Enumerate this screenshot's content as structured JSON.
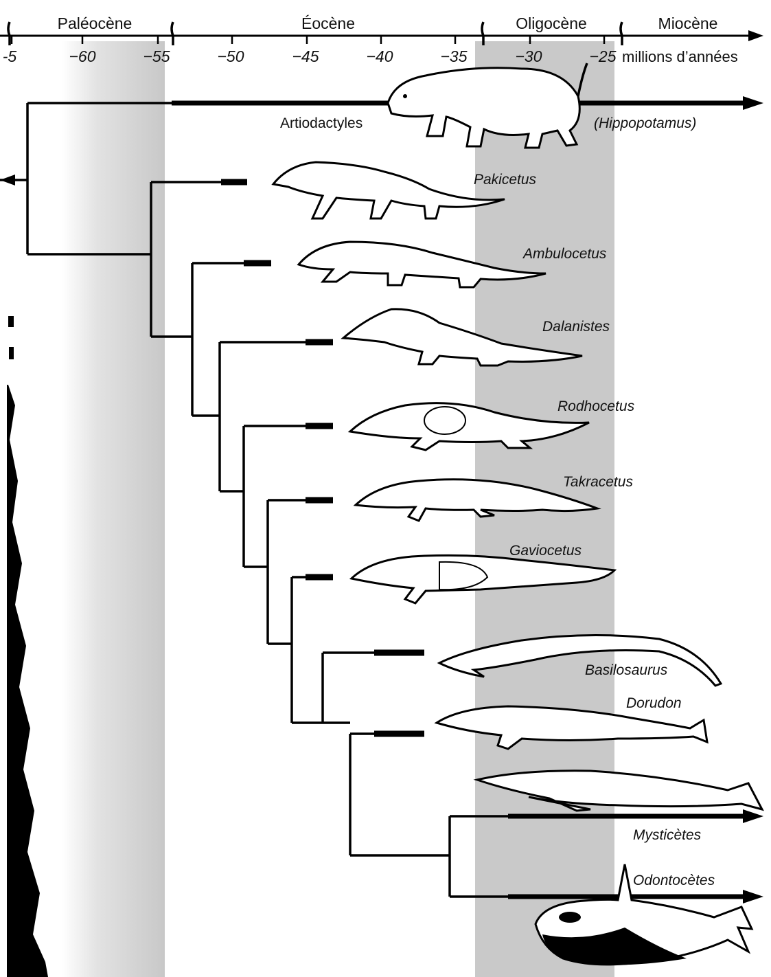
{
  "axis": {
    "unit": "millions d’années",
    "ticks": [
      "-5",
      "−60",
      "−55",
      "−50",
      "−45",
      "−40",
      "−35",
      "−30",
      "−25"
    ]
  },
  "epochs": [
    {
      "name": "Paléocène"
    },
    {
      "name": "Éocène"
    },
    {
      "name": "Oligocène"
    },
    {
      "name": "Miocène"
    }
  ],
  "taxa": {
    "artiodactyles": "Artiodactyles",
    "hippopotamus": "(Hippopotamus)",
    "pakicetus": "Pakicetus",
    "ambulocetus": "Ambulocetus",
    "dalanistes": "Dalanistes",
    "rodhocetus": "Rodhocetus",
    "takracetus": "Takracetus",
    "gaviocetus": "Gaviocetus",
    "basilosaurus": "Basilosaurus",
    "dorudon": "Dorudon",
    "mysticetes": "Mysticètes",
    "odontocetes": "Odontocètes"
  },
  "colors": {
    "shading": "#cfcfcf",
    "ink": "#000000"
  }
}
